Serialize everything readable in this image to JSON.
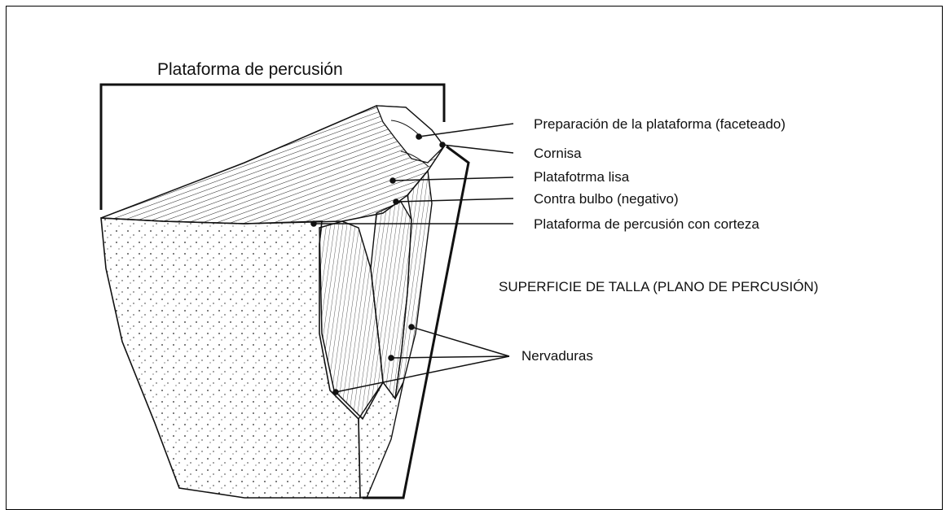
{
  "diagram": {
    "title": "Plataforma de percusión",
    "labels": {
      "preparacion": "Preparación de la plataforma (faceteado)",
      "cornisa": "Cornisa",
      "lisa": "Platafotrma lisa",
      "contra_bulbo": "Contra bulbo (negativo)",
      "corteza": "Plataforma de percusión con corteza",
      "superficie": "SUPERFICIE DE TALLA (PLANO DE PERCUSIÓN)",
      "nervaduras": "Nervaduras"
    }
  },
  "colors": {
    "ink": "#111111",
    "background": "#ffffff"
  }
}
